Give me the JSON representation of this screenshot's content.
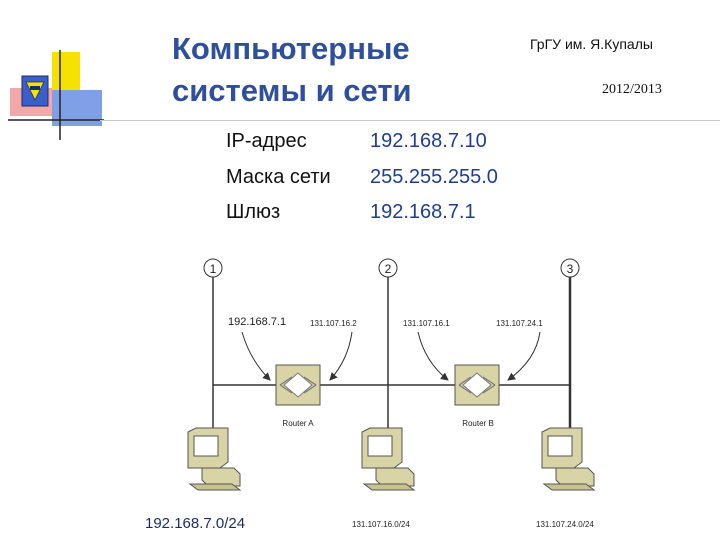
{
  "header": {
    "title_line1": "Компьютерные",
    "title_line2": "системы и сети",
    "university": "ГрГУ им. Я.Купалы",
    "year": "2012/2013"
  },
  "config": [
    {
      "label": "IP-адрес",
      "value": "192.168.7.10"
    },
    {
      "label": "Маска сети",
      "value": "255.255.255.0"
    },
    {
      "label": "Шлюз",
      "value": "192.168.7.1"
    }
  ],
  "diagram": {
    "segments": [
      "1",
      "2",
      "3"
    ],
    "router_a": "Router A",
    "router_b": "Router B",
    "ra_left_ip": "192.168.7.1",
    "ra_right_ip": "131.107.16.2",
    "rb_left_ip": "131.107.16.1",
    "rb_right_ip": "131.107.24.1",
    "net1": "192.168.7.0/24",
    "net2": "131.107.16.0/24",
    "net3": "131.107.24.0/24"
  },
  "colors": {
    "title": "#2d4f9c",
    "value": "#1f3e8f",
    "accent_yellow": "#f5e200",
    "accent_blue": "#3a5fcd"
  }
}
